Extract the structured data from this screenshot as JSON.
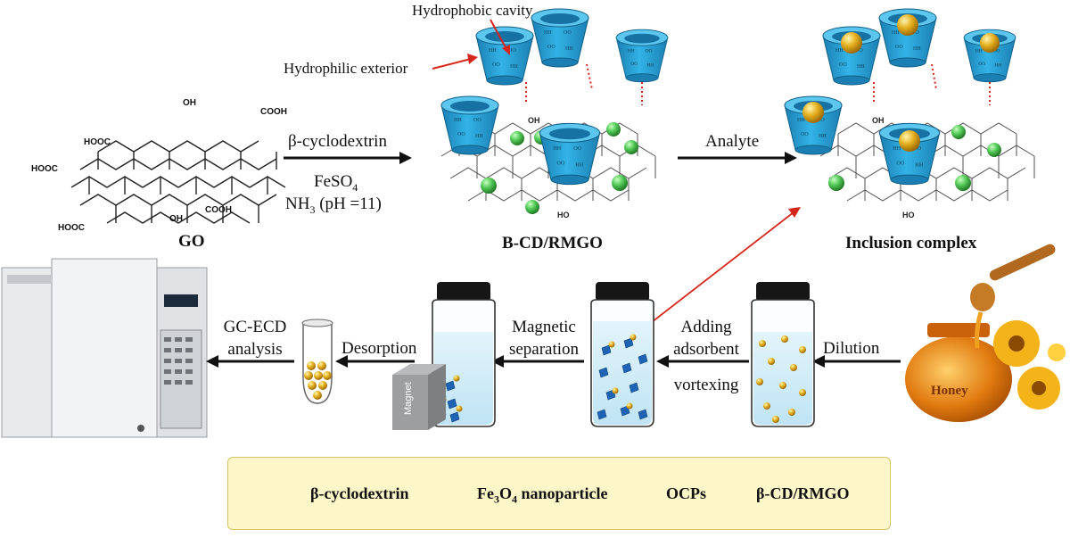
{
  "colors": {
    "cd_blue": "#2aa6d8",
    "nanoparticle_green": "#52c957",
    "ocp_gold": "#e0a516",
    "arrow_red": "#d5261b",
    "legend_bg": "#fdf6c8",
    "honey": "#e07a10"
  },
  "top": {
    "go_label": "GO",
    "reagent1": "β-cyclodextrin",
    "reagent2": "FeSO",
    "reagent2_sub": "4",
    "reagent3_a": "NH",
    "reagent3_sub": "3",
    "reagent3_b": " (pH =11)",
    "bcd_label": "B-CD/RMGO",
    "analyte_label": "Analyte",
    "inclusion_label": "Inclusion complex",
    "hydrophobic_label": "Hydrophobic cavity",
    "hydrophilic_label": "Hydrophilic exterior",
    "go_groups": [
      "OH",
      "COOH",
      "HOOC",
      "HOOC",
      "HOOC",
      "OH",
      "COOH"
    ]
  },
  "process": {
    "dilution": "Dilution",
    "adding1": "Adding",
    "adding2": "adsorbent",
    "adding3": "vortexing",
    "magnetic1": "Magnetic",
    "magnetic2": "separation",
    "desorption": "Desorption",
    "gcecd1": "GC-ECD",
    "gcecd2": "analysis",
    "honey_label": "Honey",
    "magnet_label": "Magnet"
  },
  "legend": {
    "cd": "β-cyclodextrin",
    "fe_a": "Fe",
    "fe_sub1": "3",
    "fe_b": "O",
    "fe_sub2": "4",
    "fe_c": " nanoparticle",
    "ocps": "OCPs",
    "bcd": "β-CD/RMGO"
  }
}
